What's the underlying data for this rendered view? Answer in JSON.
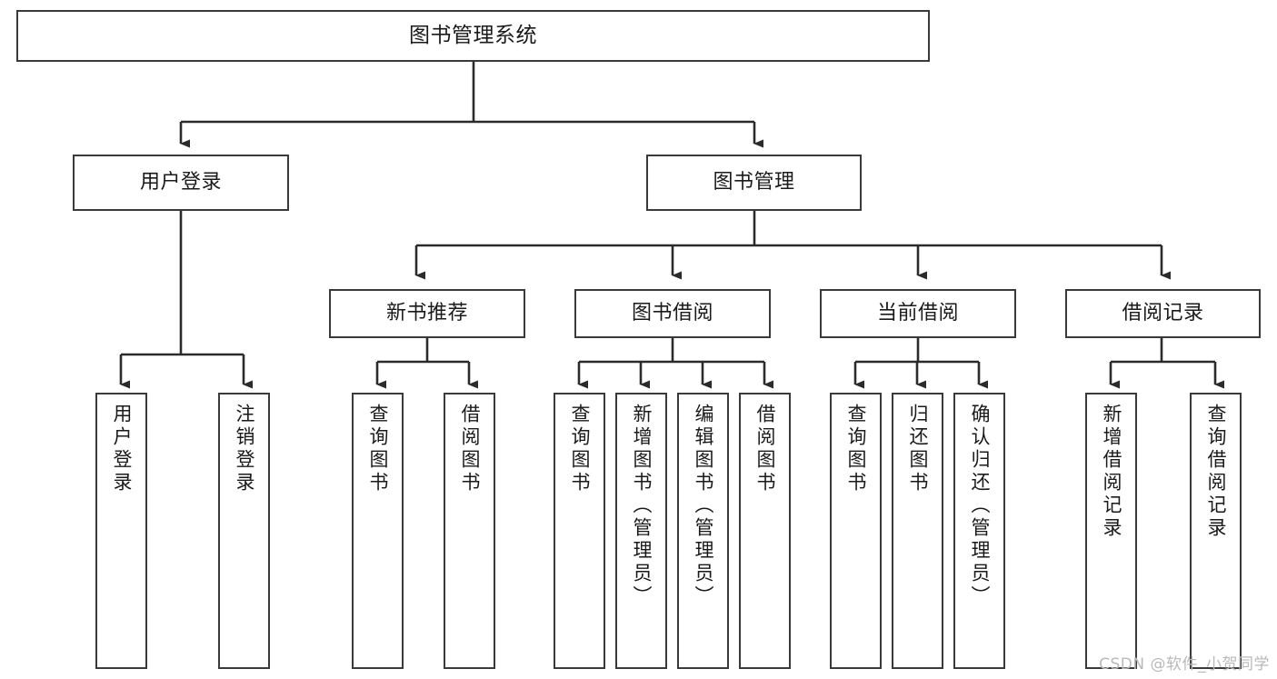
{
  "diagram": {
    "title": "图书管理系统",
    "type": "tree-hierarchy-diagram",
    "watermark": "CSDN @软件_小贺同学",
    "colors": {
      "background": "#ffffff",
      "box_border": "#3a3a3a",
      "box_fill": "#ffffff",
      "connector": "#2b2b2b",
      "text": "#1a1a1a",
      "watermark": "#b9b9b9"
    }
  },
  "nodes": {
    "root": {
      "label": "图书管理系统"
    },
    "level2": [
      {
        "id": "user-login",
        "label": "用户登录"
      },
      {
        "id": "book-management",
        "label": "图书管理"
      }
    ],
    "level3": [
      {
        "id": "new-book-recommend",
        "label": "新书推荐"
      },
      {
        "id": "book-borrow",
        "label": "图书借阅"
      },
      {
        "id": "current-borrow",
        "label": "当前借阅"
      },
      {
        "id": "borrow-record",
        "label": "借阅记录"
      }
    ],
    "leaves": {
      "user_login": [
        {
          "id": "leaf-user-login",
          "label": "用户登录"
        },
        {
          "id": "leaf-logout-login",
          "label": "注销登录"
        }
      ],
      "new_book_recommend": [
        {
          "id": "leaf-query-book-1",
          "label": "查询图书"
        },
        {
          "id": "leaf-borrow-book-1",
          "label": "借阅图书"
        }
      ],
      "book_borrow": [
        {
          "id": "leaf-query-book-2",
          "label": "查询图书"
        },
        {
          "id": "leaf-add-book",
          "label": "新增图书（管理员）"
        },
        {
          "id": "leaf-edit-book",
          "label": "编辑图书（管理员）"
        },
        {
          "id": "leaf-borrow-book-2",
          "label": "借阅图书"
        }
      ],
      "current_borrow": [
        {
          "id": "leaf-query-book-3",
          "label": "查询图书"
        },
        {
          "id": "leaf-return-book",
          "label": "归还图书"
        },
        {
          "id": "leaf-confirm-return",
          "label": "确认归还（管理员）"
        }
      ],
      "borrow_record": [
        {
          "id": "leaf-add-record",
          "label": "新增借阅记录"
        },
        {
          "id": "leaf-query-record",
          "label": "查询借阅记录"
        }
      ]
    }
  }
}
